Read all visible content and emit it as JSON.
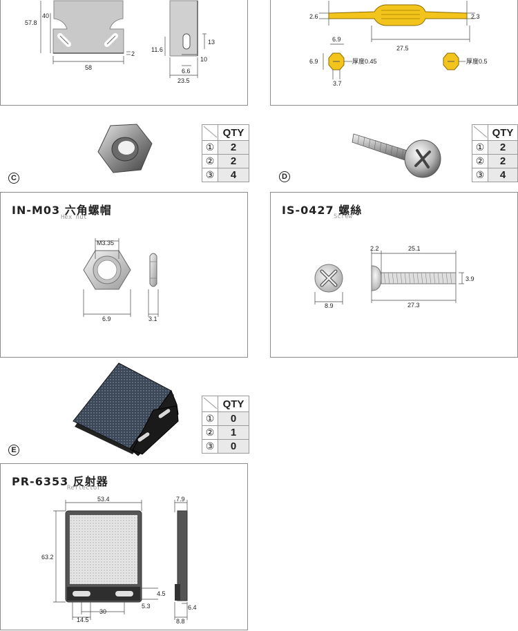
{
  "panel_top_left": {
    "dims": [
      "57.8",
      "40",
      "2",
      "58",
      "11.6",
      "13",
      "10",
      "6.6",
      "23.5"
    ]
  },
  "panel_top_right": {
    "dims": [
      "2.6",
      "2.3",
      "6.9",
      "27.5",
      "6.9",
      "3.7"
    ],
    "note1": "厚度0.45",
    "note2": "厚度0.5"
  },
  "section_c": {
    "letter": "C",
    "qty_header": "QTY",
    "rows": [
      {
        "n": "①",
        "v": "2"
      },
      {
        "n": "②",
        "v": "2"
      },
      {
        "n": "③",
        "v": "4"
      }
    ]
  },
  "section_d": {
    "letter": "D",
    "qty_header": "QTY",
    "rows": [
      {
        "n": "①",
        "v": "2"
      },
      {
        "n": "②",
        "v": "2"
      },
      {
        "n": "③",
        "v": "4"
      }
    ]
  },
  "section_e": {
    "letter": "E",
    "qty_header": "QTY",
    "rows": [
      {
        "n": "①",
        "v": "0"
      },
      {
        "n": "②",
        "v": "1"
      },
      {
        "n": "③",
        "v": "0"
      }
    ]
  },
  "panel_nut": {
    "title": "IN-M03 六角螺帽",
    "subtitle": "Hex nut",
    "dims": [
      "M3.35",
      "6.9",
      "3.1"
    ]
  },
  "panel_screw": {
    "title": "IS-0427 螺絲",
    "subtitle": "Screw",
    "dims": [
      "2.2",
      "25.1",
      "3.9",
      "8.9",
      "27.3"
    ]
  },
  "panel_reflector": {
    "title": "PR-6353 反射器",
    "subtitle": "Reflector",
    "dims": [
      "53.4",
      "7.9",
      "63.2",
      "4.5",
      "5.3",
      "30",
      "14.5",
      "6.4",
      "8.8"
    ]
  }
}
